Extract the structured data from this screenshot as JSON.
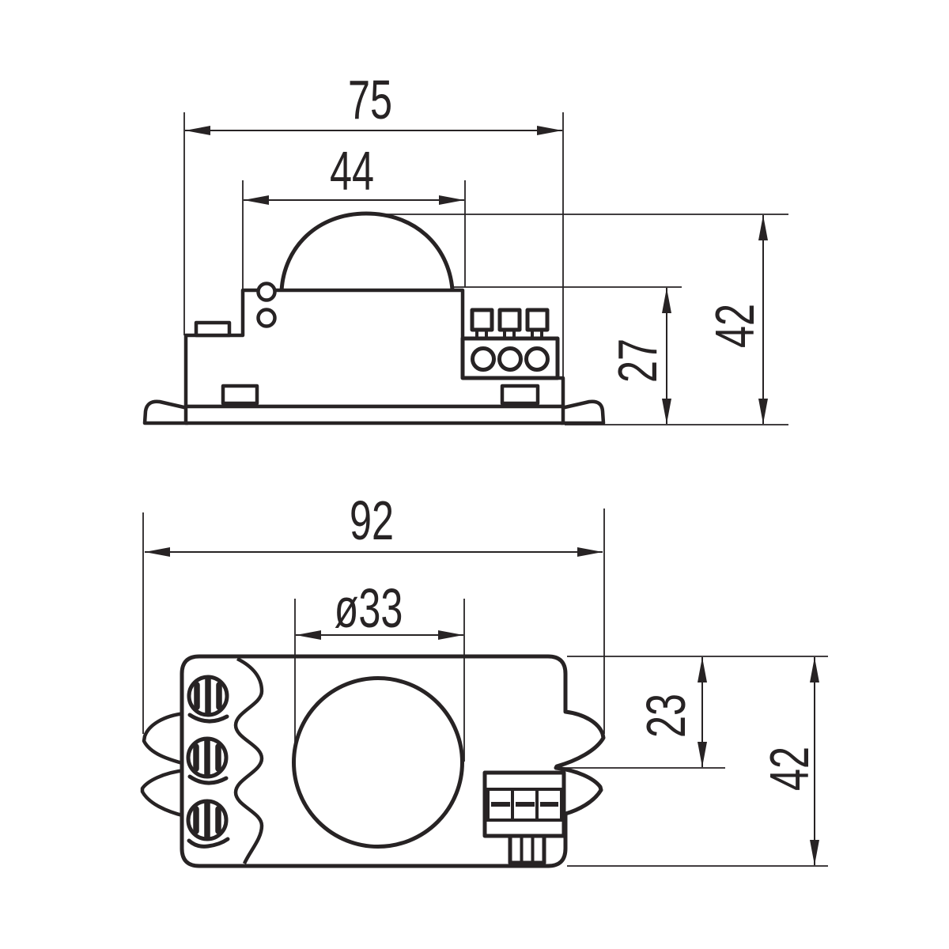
{
  "page": {
    "background": "#ffffff",
    "line_color": "#272324",
    "description": "Two-view technical dimension drawing of a microwave motion sensor"
  },
  "side_view": {
    "overall_width_mm": "75",
    "dome_width_mm": "44",
    "overall_height_mm": "42",
    "body_height_mm": "27"
  },
  "bottom_view": {
    "overall_width_mm": "92",
    "lens_diameter_mm": "ø33",
    "terminal_depth_mm": "23",
    "overall_height_mm": "42"
  }
}
